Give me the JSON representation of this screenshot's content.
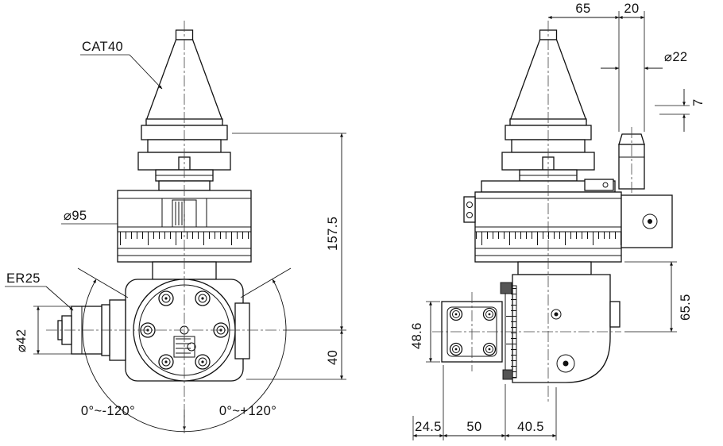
{
  "front_view": {
    "taper_label": "CAT40",
    "body_diameter": "⌀95",
    "collet_label": "ER25",
    "collet_diameter": "⌀42",
    "dim_total_height": "157.5",
    "dim_head_offset": "40",
    "swivel_range_neg": "0°~-120°",
    "swivel_range_pos": "0°~+120°"
  },
  "side_view": {
    "dim_65": "65",
    "dim_20": "20",
    "dim_pin_diameter": "⌀22",
    "dim_7": "7",
    "dim_65_5": "65.5",
    "dim_48_6": "48.6",
    "dim_24_5": "24.5",
    "dim_50": "50",
    "dim_40_5": "40.5"
  }
}
